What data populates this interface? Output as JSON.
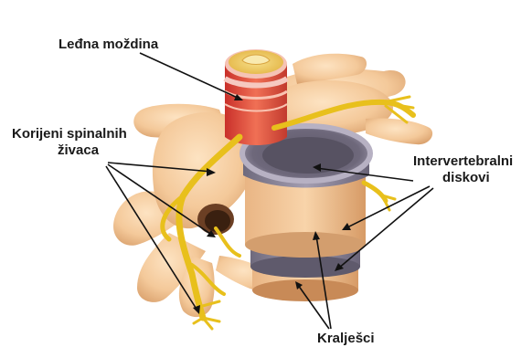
{
  "labels": {
    "spinal_cord": "Leđna moždina",
    "nerve_roots_line1": "Korijeni spinalnih",
    "nerve_roots_line2": "živaca",
    "discs_line1": "Intervertebralni",
    "discs_line2": "diskovi",
    "vertebrae": "Kralješci"
  },
  "colors": {
    "bone": "#f4c99a",
    "bone_shadow": "#d9a06c",
    "disc": "#8c8699",
    "disc_top": "#a7a0b4",
    "nerve": "#e9c21e",
    "cord": "#e9564a",
    "cord_top": "#f2d36b",
    "leader": "#111111"
  }
}
